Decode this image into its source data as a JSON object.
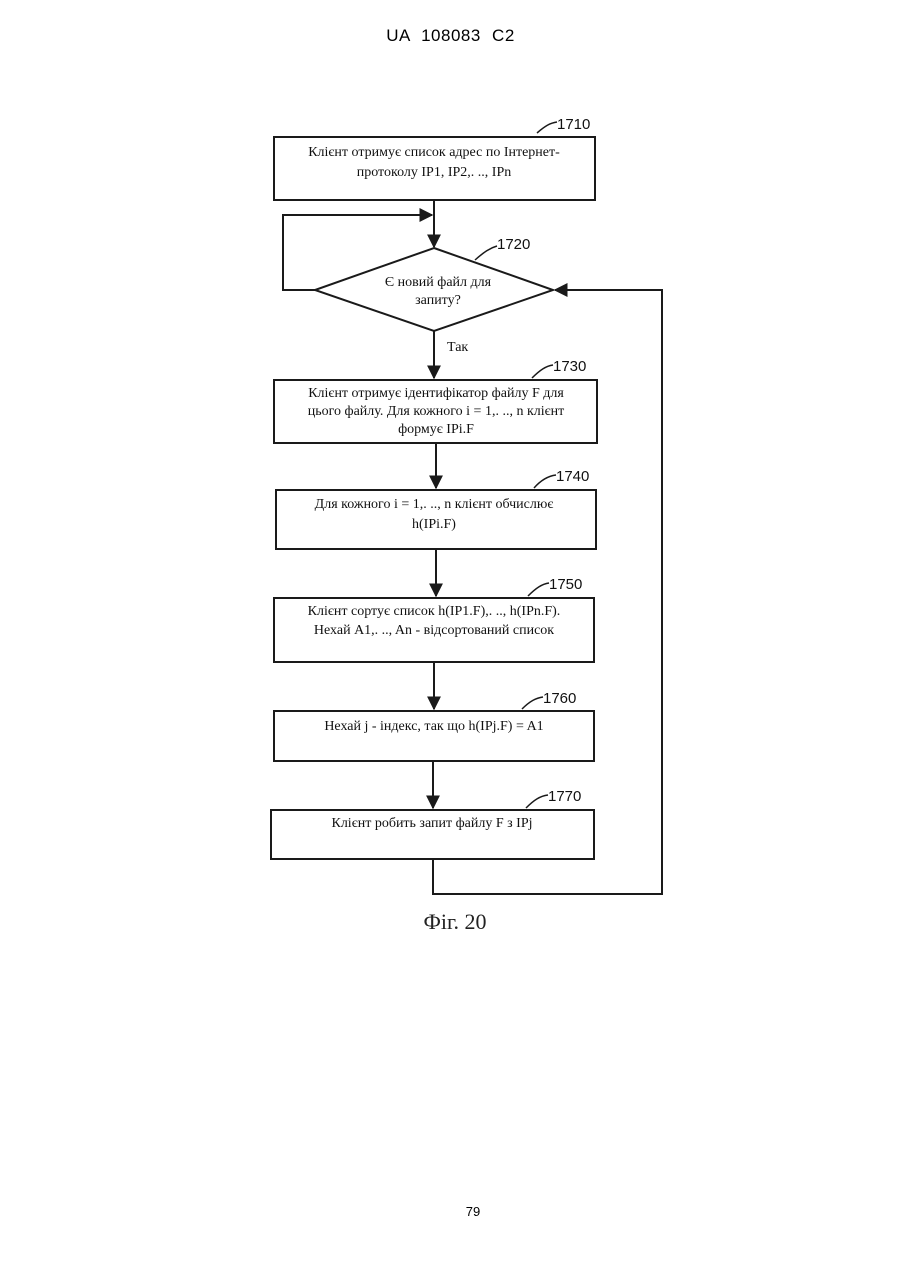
{
  "header": {
    "doc_id": "UA   108083   C2"
  },
  "page_number": "79",
  "figure": {
    "caption": "Фіг. 20",
    "steps": [
      {
        "ref": "1710",
        "lines": [
          "Клієнт отримує список адрес по Інтернет-",
          "протоколу IP1, IP2,. .., IPn"
        ]
      },
      {
        "ref": "1720",
        "lines": [
          "Є новий файл для",
          "запиту?"
        ]
      },
      {
        "ref": "1730",
        "lines": [
          "Клієнт отримує ідентифікатор файлу F для",
          "цього файлу. Для кожного i = 1,. .., n клієнт",
          "формує IPi.F"
        ]
      },
      {
        "ref": "1740",
        "lines": [
          "Для кожного i = 1,. .., n клієнт обчислює",
          "h(IPi.F)"
        ]
      },
      {
        "ref": "1750",
        "lines": [
          "Клієнт сортує список h(IP1.F),. .., h(IPn.F).",
          "Нехай A1,. .., An - відсортований список"
        ]
      },
      {
        "ref": "1760",
        "lines": [
          "Нехай j - індекс, так що h(IPj.F) = A1"
        ]
      },
      {
        "ref": "1770",
        "lines": [
          "Клієнт робить запит файлу F з IPj"
        ]
      }
    ],
    "yes_label": "Так"
  }
}
